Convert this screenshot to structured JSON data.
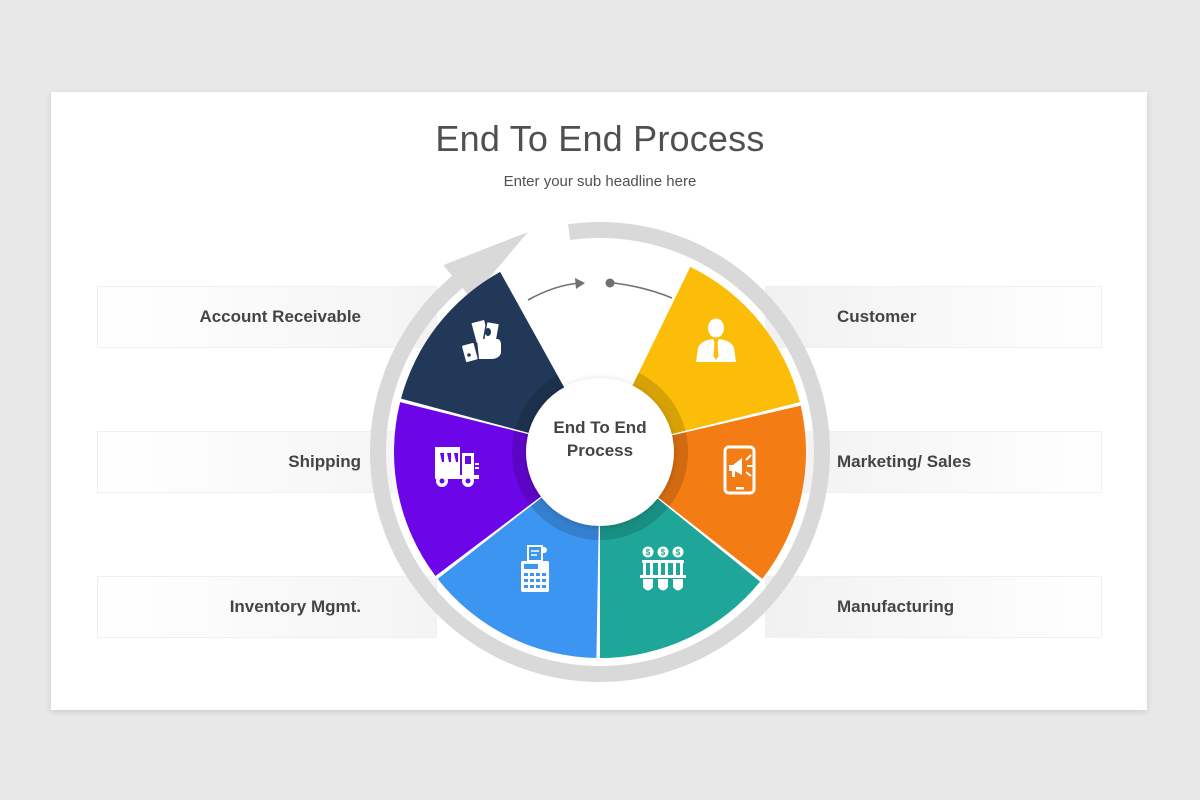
{
  "slide": {
    "title": "End To End Process",
    "subtitle": "Enter your sub headline here"
  },
  "wheel": {
    "center_label_line1": "End To End",
    "center_label_line2": "Process",
    "ring_color": "#d9d9d9",
    "segments": [
      {
        "label": "Customer",
        "icon": "businessman-icon",
        "color": "#fbbd08"
      },
      {
        "label": "Marketing/ Sales",
        "icon": "mobile-megaphone-icon",
        "color": "#f47c14"
      },
      {
        "label": "Manufacturing",
        "icon": "test-tubes-dollar-icon",
        "color": "#1ea699"
      },
      {
        "label": "Inventory Mgmt.",
        "icon": "cash-register-icon",
        "color": "#3d95f2"
      },
      {
        "label": "Shipping",
        "icon": "delivery-truck-icon",
        "color": "#6c06e8"
      },
      {
        "label": "Account Receivable",
        "icon": "hand-money-icon",
        "color": "#213859"
      }
    ]
  },
  "labels": {
    "left": [
      "Account Receivable",
      "Shipping",
      "Inventory Mgmt."
    ],
    "right": [
      "Customer",
      "Marketing/ Sales",
      "Manufacturing"
    ]
  }
}
